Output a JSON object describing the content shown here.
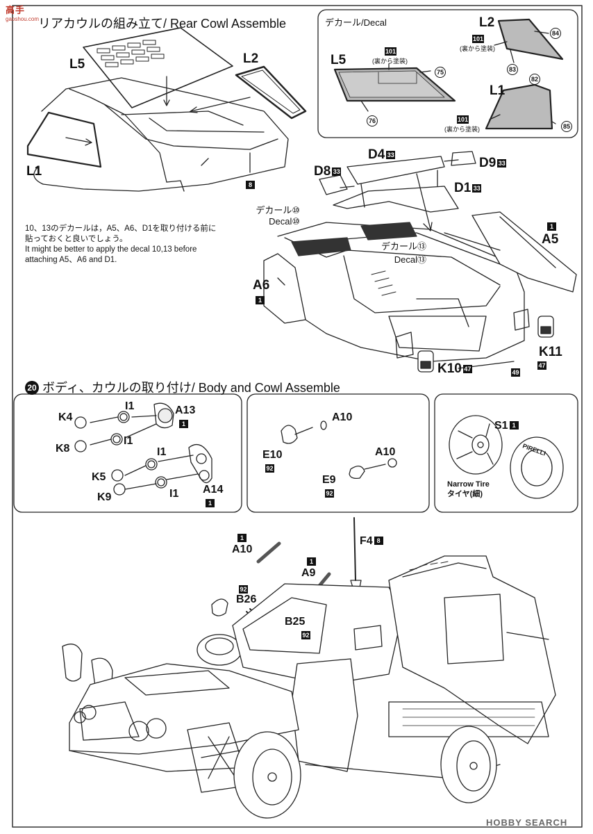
{
  "watermark": {
    "logo": "高手",
    "sub": "gaoshou.com"
  },
  "step19": {
    "title": "リアカウルの組み立て/ Rear Cowl Assemble",
    "note_jp_1": "10、13のデカールは，A5、A6、D1を取り付ける前に",
    "note_jp_2": "貼っておくと良いでしょう。",
    "note_en_1": "It might be better to apply the decal 10,13 before",
    "note_en_2": "attaching A5、A6 and D1."
  },
  "decal_box": {
    "title": "デカール/Decal",
    "back_paint": "(裏から塗装)",
    "back_paint_2": "(裏から塗装)",
    "back_paint_3": "(裏から塗装)",
    "code": "101",
    "n75": "75",
    "n76": "76",
    "n83": "83",
    "n84": "84",
    "n82": "82",
    "n85": "85",
    "L5": "L5",
    "L2": "L2",
    "L1": "L1"
  },
  "parts": {
    "L5": "L5",
    "L2": "L2",
    "L1": "L1",
    "D4": "D4",
    "D8": "D8",
    "D9": "D9",
    "D1": "D1",
    "A5": "A5",
    "A6": "A6",
    "K10": "K10",
    "K11": "K11",
    "code33": "33",
    "code8": "8",
    "code1": "1",
    "code47": "47",
    "code49": "49",
    "code92": "92",
    "decal10_jp": "デカール⑩",
    "decal10_en": "Decal⑩",
    "decal13_jp": "デカール⑬",
    "decal13_en": "Decal⑬"
  },
  "step20": {
    "number": "20",
    "title": "ボディ、カウルの取り付け/ Body and Cowl Assemble",
    "box1": {
      "K4": "K4",
      "I1a": "I1",
      "A13": "A13",
      "K8": "K8",
      "I1b": "I1",
      "I1c": "I1",
      "K5": "K5",
      "K9": "K9",
      "I1d": "I1",
      "A14": "A14"
    },
    "box2": {
      "A10a": "A10",
      "E10": "E10",
      "A10b": "A10",
      "E9": "E9"
    },
    "box3": {
      "S1": "S1",
      "tire_en": "Narrow Tire",
      "tire_jp": "タイヤ(細)",
      "pirelli": "PIRELLI"
    },
    "main": {
      "A10": "A10",
      "A9": "A9",
      "F4": "F4",
      "B26": "B26",
      "B25": "B25"
    }
  },
  "footer": {
    "brand": "HOBBY SEARCH"
  }
}
